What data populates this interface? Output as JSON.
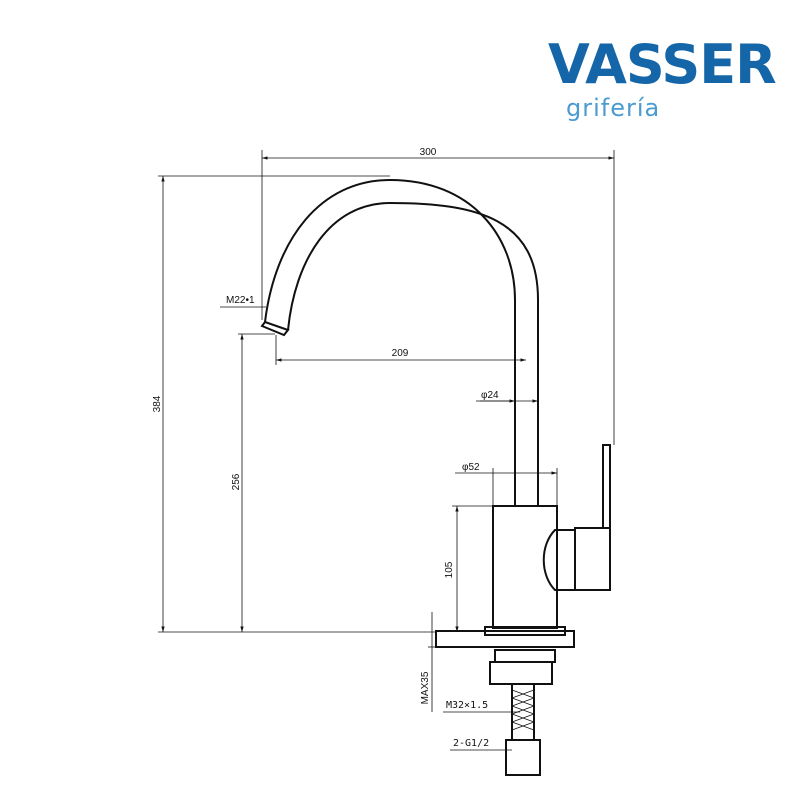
{
  "brand": {
    "name": "VASSER",
    "subtitle": "grifería",
    "color": "#1566a8",
    "subtitle_color": "#4a9bcf"
  },
  "dimensions": {
    "overall_width": "300",
    "reach": "209",
    "total_height": "384",
    "spout_height": "256",
    "body_height": "105",
    "spout_diameter": "φ24",
    "body_diameter": "φ52",
    "aerator_thread": "M22•1",
    "max_counter_thickness": "MAX35",
    "mount_thread": "M32×1.5",
    "hose_connection": "2-G1/2"
  }
}
